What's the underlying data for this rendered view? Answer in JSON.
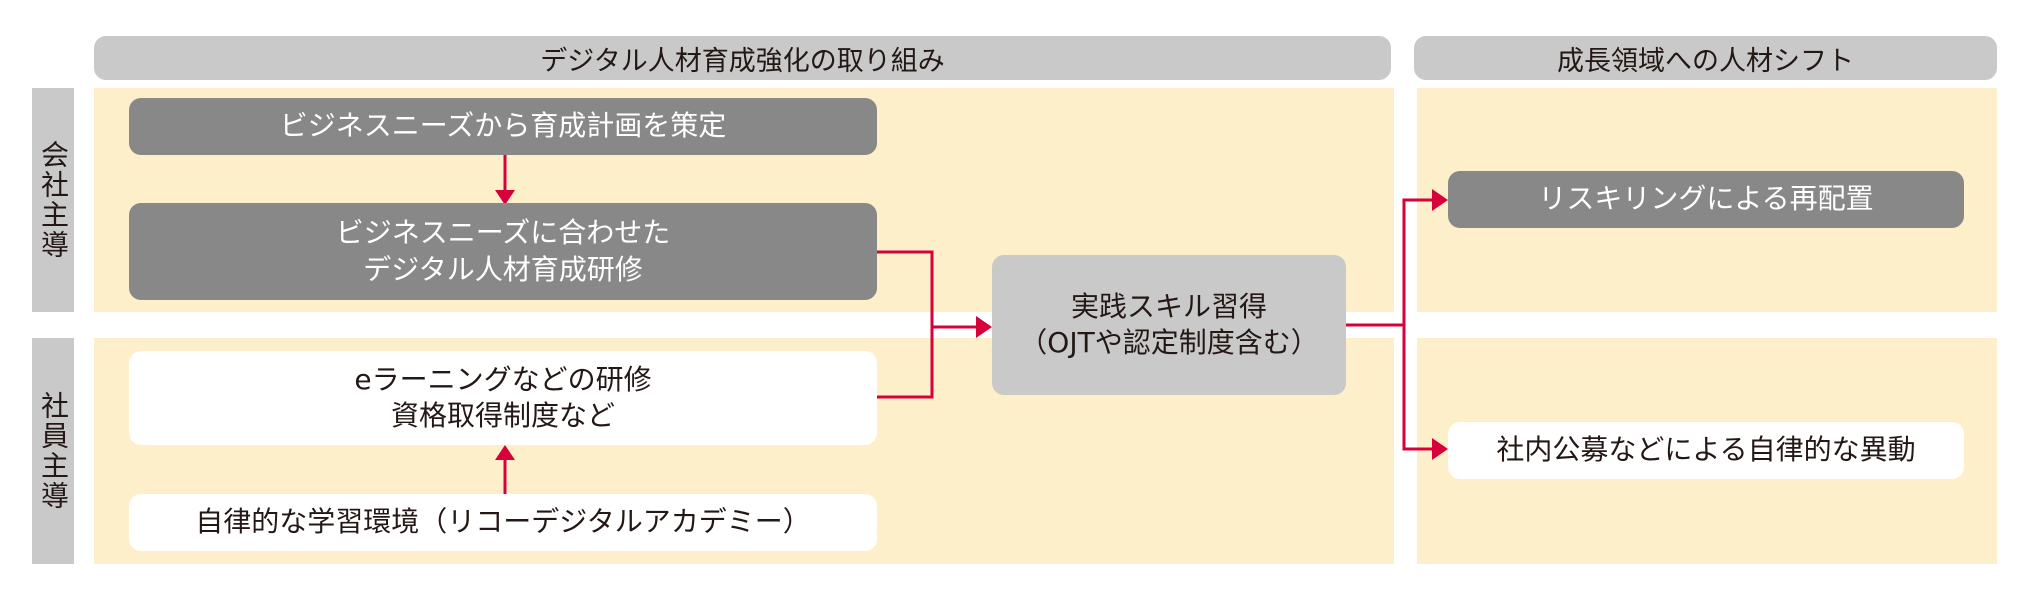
{
  "headers": {
    "left": "デジタル人材育成強化の取り組み",
    "right": "成長領域への人材シフト"
  },
  "rows": {
    "company": "会社主導",
    "employee": "社員主導"
  },
  "boxes": {
    "plan": "ビジネスニーズから育成計画を策定",
    "training_line1": "ビジネスニーズに合わせた",
    "training_line2": "デジタル人材育成研修",
    "elearning_line1": "eラーニングなどの研修",
    "elearning_line2": "資格取得制度など",
    "environment": "自律的な学習環境（リコーデジタルアカデミー）",
    "practice_line1": "実践スキル習得",
    "practice_line2": "（OJTや認定制度含む）",
    "reskilling": "リスキリングによる再配置",
    "transfer": "社内公募などによる自律的な異動"
  },
  "colors": {
    "arrow": "#d7003a",
    "panel": "#fdefc9",
    "dark_box": "#888888",
    "header": "#c9c9c9"
  }
}
